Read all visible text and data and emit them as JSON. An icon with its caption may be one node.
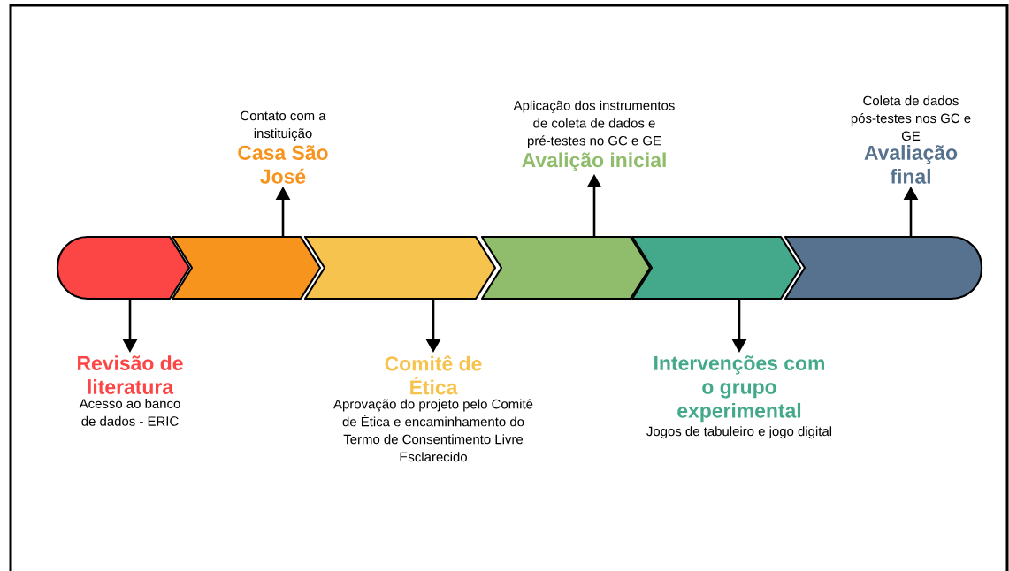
{
  "diagram": {
    "nodes": [
      {
        "text": [],
        "shape": "chevron"
      },
      {
        "text": [],
        "shape": "chevron"
      },
      {
        "text": [],
        "shape": "chevron"
      },
      {
        "text": [],
        "shape": "chevron"
      },
      {
        "text": [],
        "shape": "chevron"
      },
      {
        "text": [],
        "shape": "chevron"
      },
      {
        "text": [
          "Revisão de literatura",
          "Acesso ao banco de dados - ERIC"
        ]
      },
      {
        "text": [
          "Contato com a instituição",
          "Casa São José"
        ]
      },
      {
        "text": [
          "Comitê de Ética",
          "Aprovação do projeto pelo Comitê de Ética e encaminhamento do Termo de Consentimento Livre Esclarecido"
        ]
      },
      {
        "text": [
          "Aplicação dos instrumentos de coleta de dados e pré-testes no GC e GE",
          "Avalição inicial"
        ]
      },
      {
        "text": [
          "Intervenções com o grupo experimental",
          "Jogos de tabuleiro e jogo digital"
        ]
      },
      {
        "text": [
          "Coleta de dados pós-testes nos GC e GE",
          "Avaliação final"
        ]
      }
    ],
    "edges": [
      {
        "from": 0,
        "to": 6,
        "arrow": "to"
      },
      {
        "from": 1,
        "to": 7,
        "arrow": "to"
      },
      {
        "from": 2,
        "to": 8,
        "arrow": "to"
      },
      {
        "from": 3,
        "to": 9,
        "arrow": "to"
      },
      {
        "from": 4,
        "to": 10,
        "arrow": "to"
      },
      {
        "from": 5,
        "to": 11,
        "arrow": "to"
      }
    ]
  }
}
